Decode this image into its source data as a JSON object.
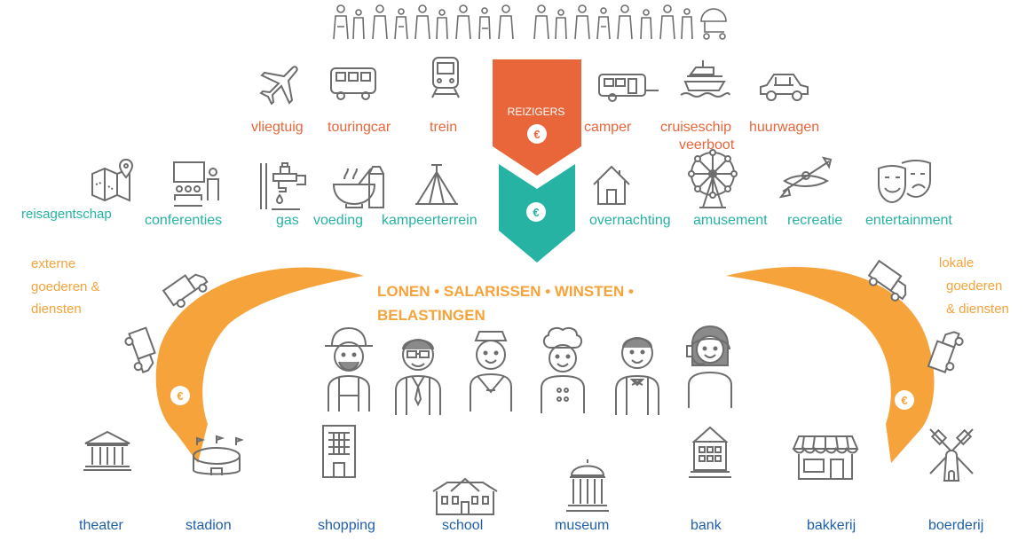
{
  "colors": {
    "travel": "#e8663a",
    "services": "#26b3a4",
    "flow": "#f5a33a",
    "places": "#1d5fa8",
    "icon_stroke": "#6d6d6d"
  },
  "travel": {
    "items": [
      {
        "label": "vliegtuig",
        "icon": "airplane-icon"
      },
      {
        "label": "touringcar",
        "icon": "coach-bus-icon"
      },
      {
        "label": "trein",
        "icon": "train-icon"
      },
      {
        "label": "camper",
        "icon": "camper-icon"
      },
      {
        "label": "cruiseschip",
        "icon": "cruise-ship-icon"
      },
      {
        "label": "huurwagen",
        "icon": "car-icon"
      }
    ],
    "ferry_label": "veerboot"
  },
  "center": {
    "top_label": "REIZIGERS",
    "currency_symbol": "€"
  },
  "services": {
    "items": [
      {
        "label": "reisagentschap",
        "icon": "map-pin-icon"
      },
      {
        "label": "conferenties",
        "icon": "conference-icon"
      },
      {
        "label": "gas",
        "icon": "gas-pump-icon"
      },
      {
        "label": "voeding",
        "icon": "food-bowl-icon"
      },
      {
        "label": "kampeerterrein",
        "icon": "tent-icon"
      },
      {
        "label": "overnachting",
        "icon": "house-icon"
      },
      {
        "label": "amusement",
        "icon": "ferris-wheel-icon"
      },
      {
        "label": "recreatie",
        "icon": "kayak-icon"
      },
      {
        "label": "entertainment",
        "icon": "theater-masks-icon"
      }
    ]
  },
  "flow": {
    "left_lines": [
      "externe",
      "goederen &",
      "diensten"
    ],
    "right_lines": [
      "lokale",
      "goederen",
      "& diensten"
    ],
    "wages_lines": [
      "LONEN • SALARISSEN • WINSTEN •",
      "BELASTINGEN"
    ]
  },
  "workers": [
    "farmer-icon",
    "businessman-icon",
    "sailor-icon",
    "chef-icon",
    "waiter-icon",
    "call-center-agent-icon"
  ],
  "places": {
    "items": [
      {
        "label": "theater",
        "icon": "theater-building-icon"
      },
      {
        "label": "stadion",
        "icon": "stadium-icon"
      },
      {
        "label": "shopping",
        "icon": "shopping-building-icon"
      },
      {
        "label": "school",
        "icon": "school-icon"
      },
      {
        "label": "museum",
        "icon": "museum-icon"
      },
      {
        "label": "bank",
        "icon": "bank-icon"
      },
      {
        "label": "bakkerij",
        "icon": "bakery-icon"
      },
      {
        "label": "boerderij",
        "icon": "windmill-icon"
      }
    ]
  }
}
